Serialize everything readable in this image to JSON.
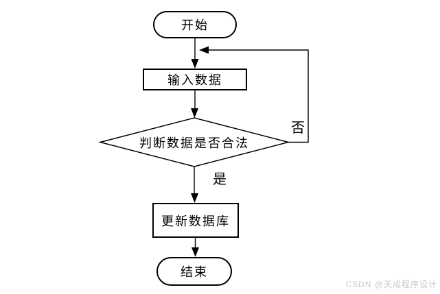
{
  "flowchart": {
    "title": "data-input-validation-flow",
    "nodes": {
      "start": {
        "label": "开始",
        "type": "terminator"
      },
      "input": {
        "label": "输入数据",
        "type": "process"
      },
      "decision": {
        "label": "判断数据是否合法",
        "type": "decision"
      },
      "update": {
        "label": "更新数据库",
        "type": "process"
      },
      "end": {
        "label": "结束",
        "type": "terminator"
      }
    },
    "edges": {
      "start_to_input": {
        "from": "start",
        "to": "input",
        "label": ""
      },
      "input_to_decision": {
        "from": "input",
        "to": "decision",
        "label": ""
      },
      "decision_yes": {
        "from": "decision",
        "to": "update",
        "label": "是"
      },
      "decision_no": {
        "from": "decision",
        "to": "input",
        "label": "否"
      },
      "update_to_end": {
        "from": "update",
        "to": "end",
        "label": ""
      }
    },
    "colors": {
      "stroke": "#000000",
      "fill": "#ffffff",
      "watermark_text": "#c7c7c7"
    }
  },
  "watermark": {
    "text": "CSDN @天成程序设计"
  }
}
